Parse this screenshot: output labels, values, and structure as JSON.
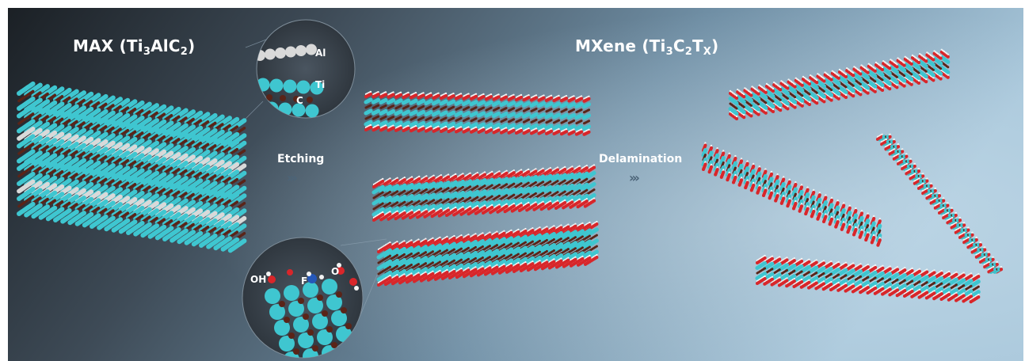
{
  "titles": {
    "max": {
      "pre": "MAX (Ti",
      "s1": "3",
      "mid": "AlC",
      "s2": "2",
      "post": ")"
    },
    "mxene": {
      "pre": "MXene (Ti",
      "s1": "3",
      "mid": "C",
      "s2": "2",
      "mid2": "T",
      "s3": "X",
      "post": ")"
    }
  },
  "steps": {
    "etching": "Etching",
    "delamination": "Delamination",
    "chevrons": "›››"
  },
  "zoom_top": {
    "al": "Al",
    "ti": "Ti",
    "c": "C"
  },
  "zoom_bottom": {
    "oh": "OH",
    "f": "F",
    "o": "O"
  },
  "colors": {
    "ti": "#3fc6d0",
    "al": "#d9d9d9",
    "c": "#5a2418",
    "o": "#d8262a",
    "h": "#f2f2f2",
    "f": "#2557b8",
    "bg_dark": "#1b2025",
    "bg_light": "#9fc0d6"
  }
}
